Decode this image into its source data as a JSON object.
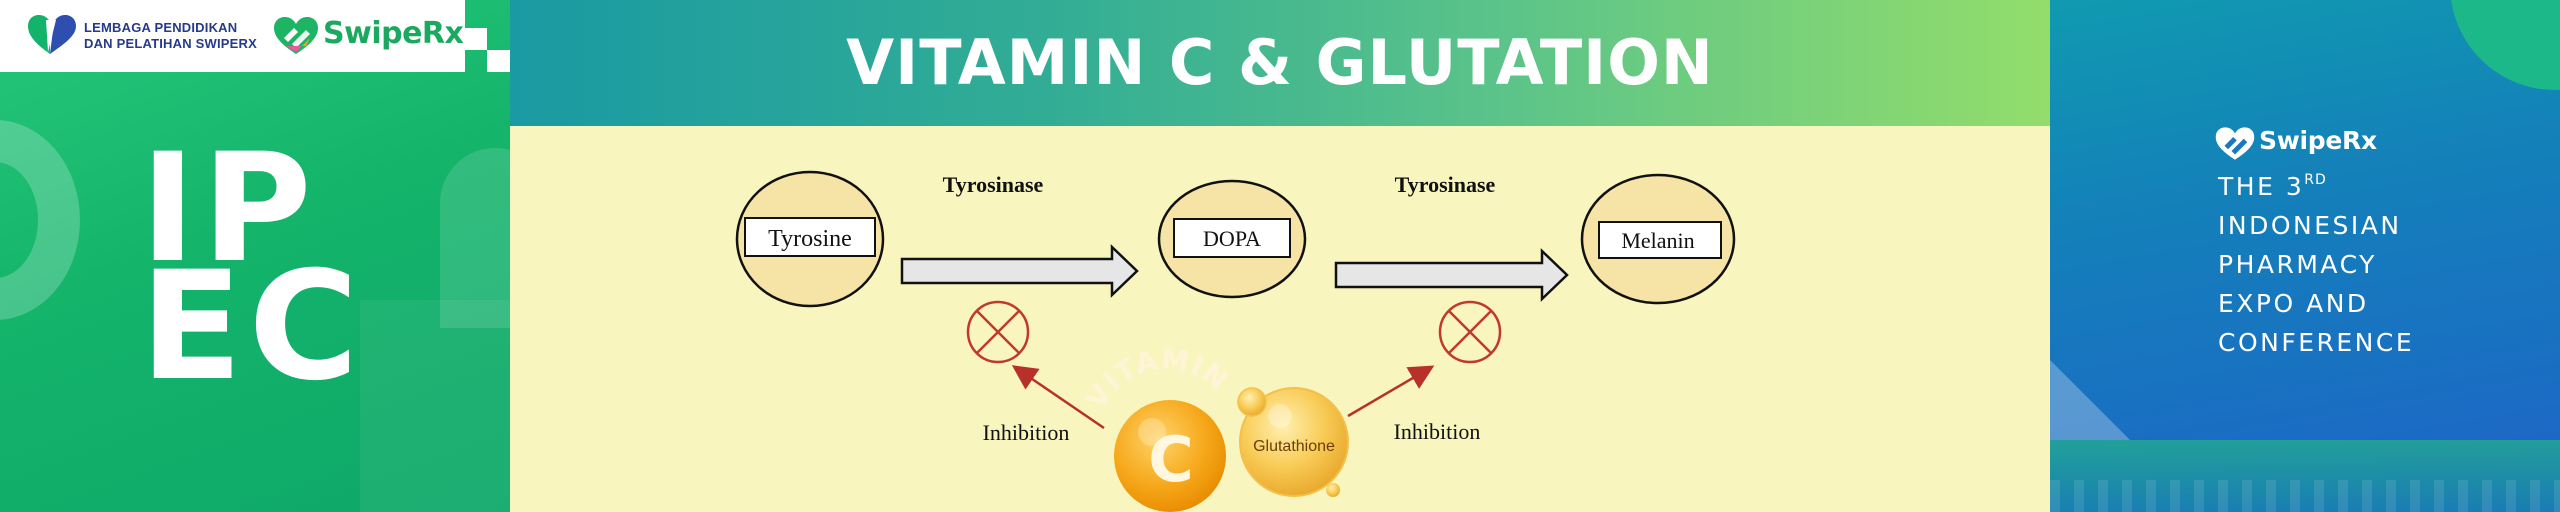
{
  "left_panel": {
    "institution_line1": "LEMBAGA PENDIDIKAN",
    "institution_line2": "DAN PELATIHAN SWIPERX",
    "brand": "SwipeRx",
    "event_letters_row1": "IP",
    "event_letters_row2": "EC"
  },
  "slide": {
    "title": "VITAMIN C & GLUTATION"
  },
  "diagram": {
    "nodes": [
      "Tyrosine",
      "DOPA",
      "Melanin"
    ],
    "enzyme_label_1": "Tyrosinase",
    "enzyme_label_2": "Tyrosinase",
    "inhibition_label_1": "Inhibition",
    "inhibition_label_2": "Inhibition",
    "vitamin_arc_text": "VITAMIN",
    "vitamin_letter": "C",
    "glutathione_label": "Glutathione",
    "colors": {
      "background": "#f8f5bf",
      "node_fill": "#f6e3a6",
      "arrow_fill": "#e6e6e6",
      "inhibit_red": "#c0392b",
      "orange": "#f5a313"
    }
  },
  "right_panel": {
    "brand": "SwipeRx",
    "line1_prefix": "THE 3",
    "line1_superscript": "RD",
    "line2": "INDONESIAN",
    "line3": "PHARMACY",
    "line4": "EXPO AND",
    "line5": "CONFERENCE"
  },
  "colors": {
    "left_green": "#14b46b",
    "right_blue": "#147fba",
    "title_gradient_start": "#1a9aa2",
    "title_gradient_end": "#93dd6b"
  }
}
